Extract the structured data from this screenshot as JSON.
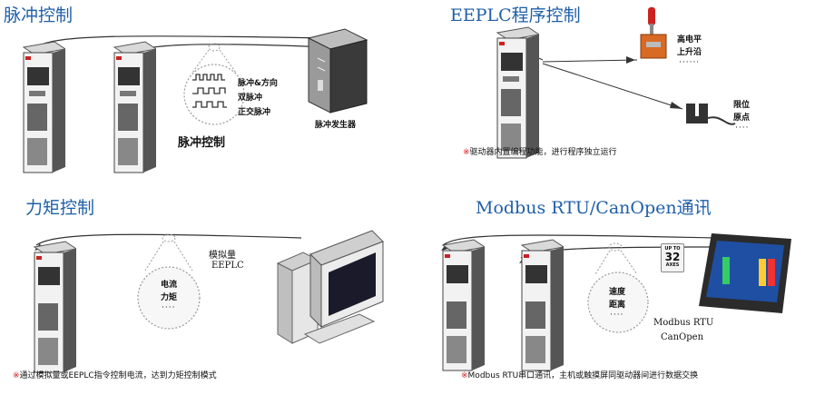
{
  "sections": {
    "pulse": {
      "title": "脉冲控制",
      "signals": [
        "脉冲&方向",
        "双脉冲",
        "正交脉冲"
      ],
      "circle_label": "脉冲控制",
      "generator_label": "脉冲发生器"
    },
    "eeplc": {
      "title": "EEPLC程序控制",
      "switch_label": [
        "高电平",
        "上升沿",
        "······"
      ],
      "sensor_label": [
        "限位",
        "原点",
        "····"
      ],
      "note_mark": "※",
      "note": "驱动器内置编程功能，进行程序独立运行"
    },
    "torque": {
      "title": "力矩控制",
      "input_label": [
        "模拟量",
        "EEPLC"
      ],
      "circle_text": [
        "电流",
        "力矩",
        "····"
      ],
      "note_mark": "※",
      "note": "通过模拟量或EEPLC指令控制电流，达到力矩控制模式"
    },
    "modbus": {
      "title": "Modbus RTU/CanOpen通讯",
      "badge": [
        "UP TO",
        "32",
        "AXES"
      ],
      "circle_text": [
        "速度",
        "距离",
        "····"
      ],
      "protocol_label": [
        "Modbus RTU",
        "CanOpen"
      ],
      "note_mark": "※",
      "note": "Modbus RTU串口通讯，主机或触摸屏同驱动器间进行数据交换"
    }
  },
  "colors": {
    "title": "#1f5fa8",
    "note_mark": "#d21b1b",
    "wire": "#333333"
  }
}
